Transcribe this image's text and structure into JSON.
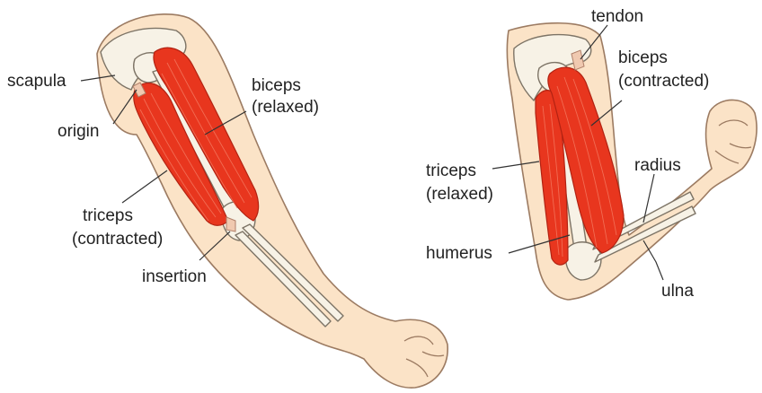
{
  "left_arm": {
    "labels": {
      "scapula": "scapula",
      "origin": "origin",
      "biceps_line1": "biceps",
      "biceps_line2": "(relaxed)",
      "triceps_line1": "triceps",
      "triceps_line2": "(contracted)",
      "insertion": "insertion"
    }
  },
  "right_arm": {
    "labels": {
      "tendon": "tendon",
      "biceps_line1": "biceps",
      "biceps_line2": "(contracted)",
      "radius": "radius",
      "triceps_line1": "triceps",
      "triceps_line2": "(relaxed)",
      "humerus": "humerus",
      "ulna": "ulna"
    }
  },
  "colors": {
    "skin": "#fbe3c7",
    "muscle": "#e8361e",
    "bone": "#f7f2e6",
    "outline": "#9c7b62"
  }
}
